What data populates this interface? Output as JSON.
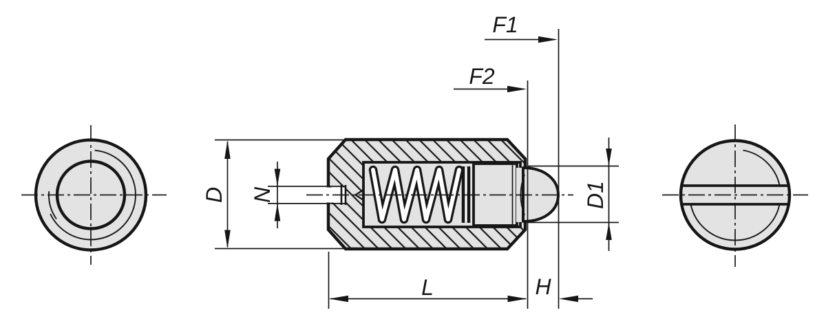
{
  "drawing": {
    "kind": "technical-drawing",
    "subject": "spring-plunger-with-slot-and-pressure-pin",
    "views": {
      "left": "end-view-threaded-end",
      "middle": "sectional-side-view",
      "right": "end-view-slotted-end"
    },
    "labels": {
      "f1": "F1",
      "f2": "F2",
      "d": "D",
      "n": "N",
      "d1": "D1",
      "l": "L",
      "h": "H"
    },
    "colors": {
      "line": "#161616",
      "fill": "#e3e3e3",
      "background": "#ffffff"
    }
  }
}
